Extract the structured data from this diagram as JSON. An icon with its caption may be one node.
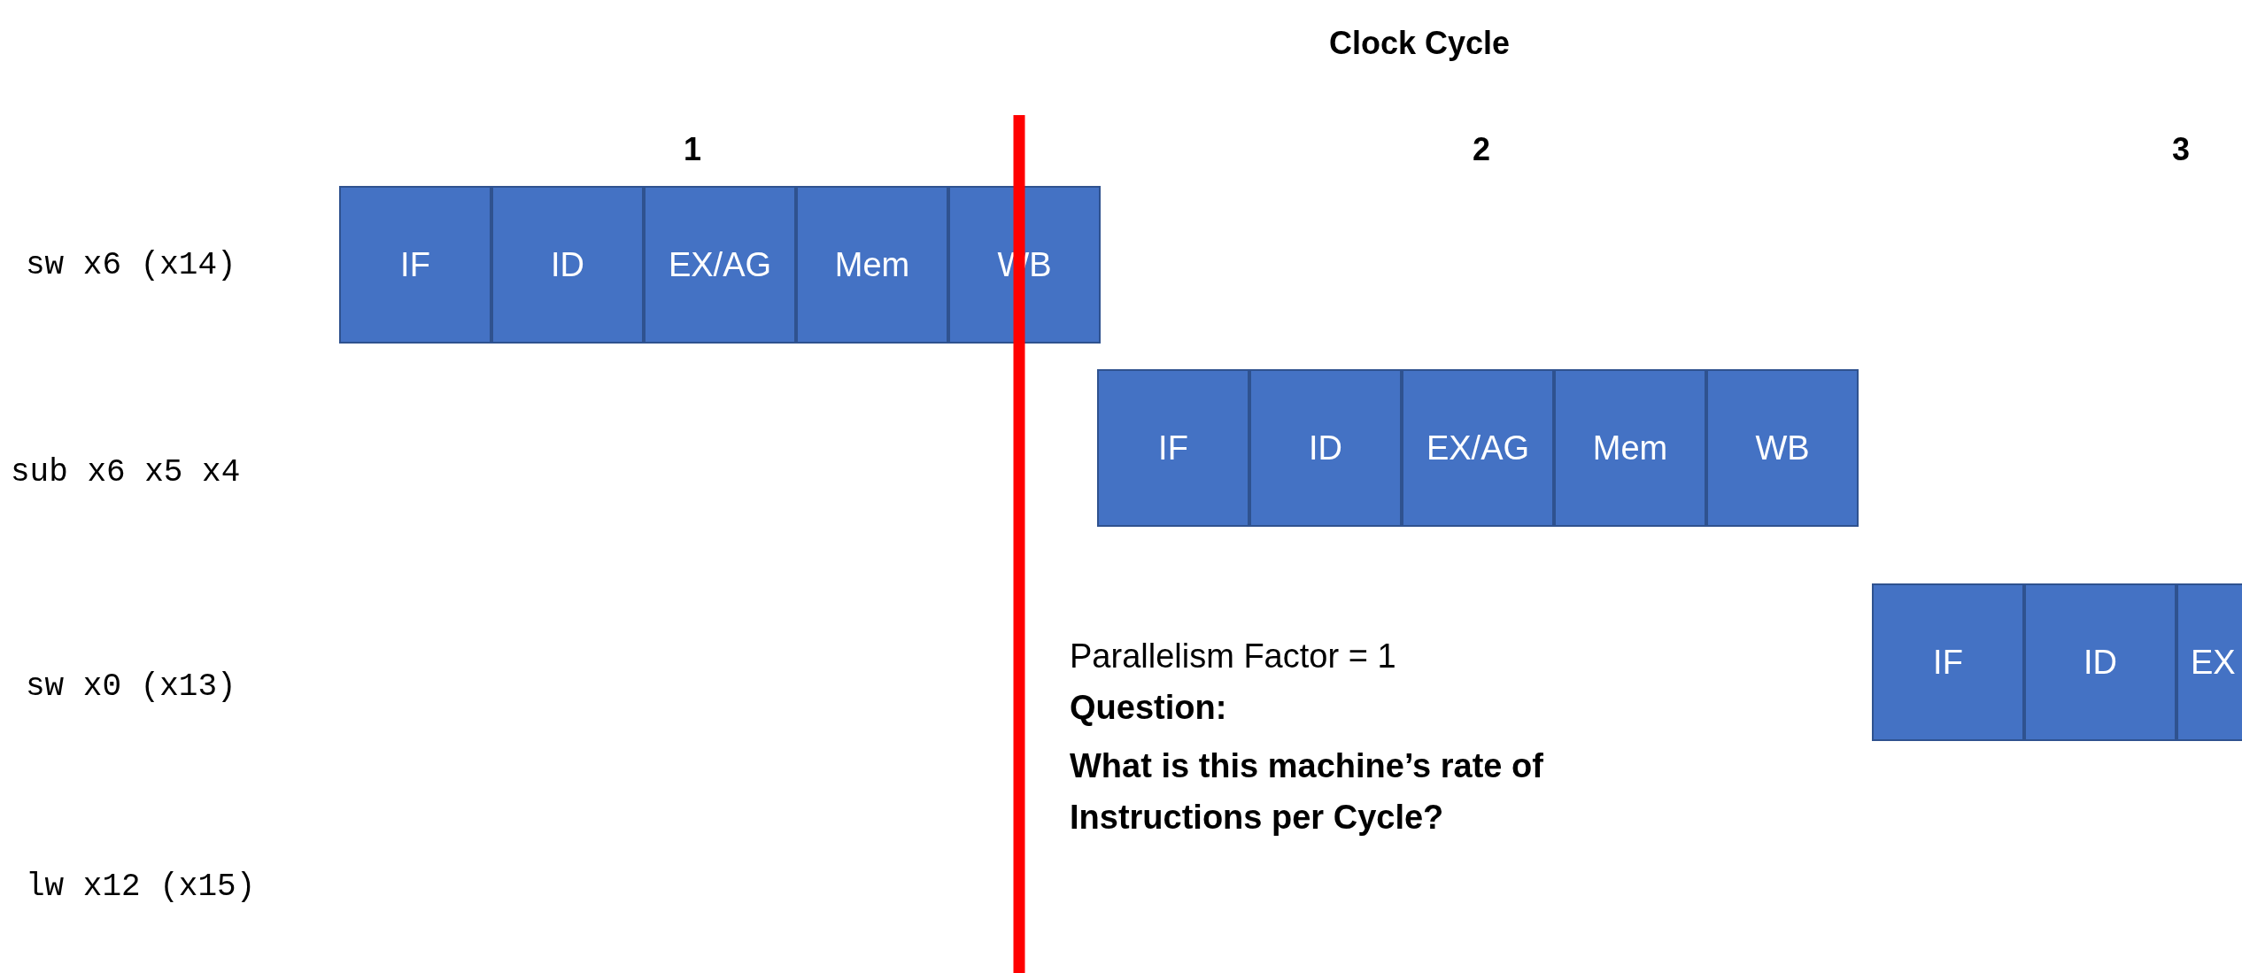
{
  "diagram": {
    "title": "Clock Cycle",
    "nodes": [
      {
        "text": [
          "IF"
        ]
      },
      {
        "text": [
          "ID"
        ]
      },
      {
        "text": [
          "EX/AG"
        ]
      },
      {
        "text": [
          "Mem"
        ]
      },
      {
        "text": [
          "WB"
        ]
      },
      {
        "text": [
          "IF"
        ]
      },
      {
        "text": [
          "ID"
        ]
      },
      {
        "text": [
          "EX/AG"
        ]
      },
      {
        "text": [
          "Mem"
        ]
      },
      {
        "text": [
          "WB"
        ]
      },
      {
        "text": [
          "IF"
        ]
      },
      {
        "text": [
          "ID"
        ]
      },
      {
        "text": [
          "EX"
        ]
      }
    ],
    "labels": [
      "1",
      "2",
      "3",
      "sw x6 (x14)",
      "sub x6 x5 x4",
      "sw x0 (x13)",
      "lw x12 (x15)",
      "Parallelism Factor = 1",
      "Question:",
      "What is this machine’s rate of Instructions per Cycle?"
    ]
  }
}
